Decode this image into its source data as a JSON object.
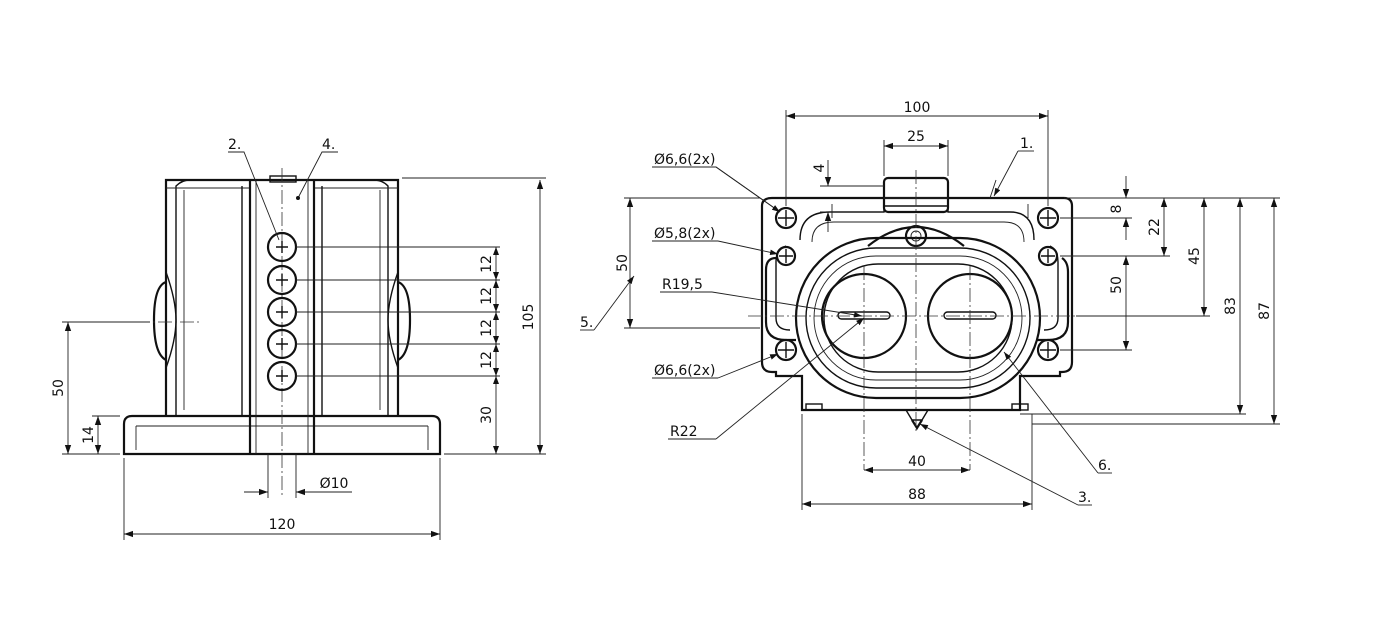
{
  "drawing": {
    "left_view": {
      "dims": {
        "height_total": "105",
        "base_height": "14",
        "center_height": "50",
        "width_total": "120",
        "hole_dia": "Ø10",
        "pitch_1": "12",
        "pitch_2": "12",
        "pitch_3": "12",
        "pitch_4": "12",
        "bottom_offset": "30"
      },
      "callouts": {
        "c2": "2.",
        "c4": "4."
      }
    },
    "right_view": {
      "dims": {
        "top_width": "100",
        "slot_width": "25",
        "slot_depth": "4",
        "hole_a": "Ø6,6(2x)",
        "hole_b": "Ø5,8(2x)",
        "hole_c": "Ø6,6(2x)",
        "radius_inner": "R19,5",
        "radius_outer": "R22",
        "left_50": "50",
        "dim_8": "8",
        "dim_22": "22",
        "dim_45": "45",
        "dim_50": "50",
        "dim_83": "83",
        "dim_87": "87",
        "dim_40": "40",
        "dim_88": "88"
      },
      "callouts": {
        "c1": "1.",
        "c3": "3.",
        "c5": "5.",
        "c6": "6."
      }
    }
  }
}
